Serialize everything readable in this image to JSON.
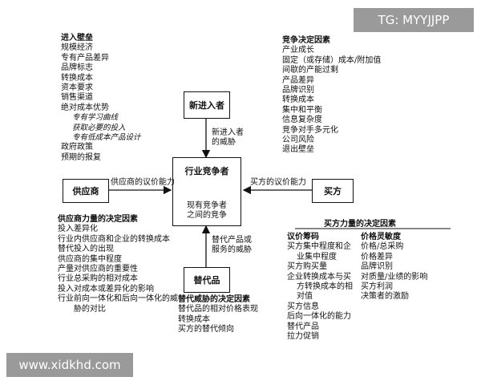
{
  "watermark": {
    "top": "TG: MYYJJPP",
    "bottom": "www.xidkhd.com"
  },
  "boxes": {
    "new_entrants": "新进入者",
    "industry": "行业竞争者",
    "rivalry": "现有竞争者\n之间的竞争",
    "suppliers": "供应商",
    "buyers": "买方",
    "substitutes": "替代品"
  },
  "arrows": {
    "entrant_threat": [
      "新进入者",
      "的威胁"
    ],
    "supplier_power": "供应商的议价能力",
    "buyer_power": "买方的议价能力",
    "substitute_threat": [
      "替代产品或",
      "服务的威胁"
    ]
  },
  "entry_barriers": {
    "title": "进入壁垒",
    "items": [
      "规模经济",
      "专有产品差异",
      "品牌标志",
      "转换成本",
      "资本要求",
      "销售渠道",
      "绝对成本优势"
    ],
    "sub": [
      "专有学习曲线",
      "获取必要的投入",
      "专有低成本产品设计"
    ],
    "tail": [
      "政府政策",
      "预期的报复"
    ]
  },
  "rivalry_determinants": {
    "title": "竞争决定因素",
    "items": [
      "产业成长",
      "固定（或存储）成本/附加值",
      "间歇的产能过剩",
      "产品差异",
      "品牌识别",
      "转换成本",
      "集中和平衡",
      "信息复杂度",
      "竞争对手多元化",
      "公司风险",
      "退出壁垒"
    ]
  },
  "supplier_determinants": {
    "title": "供应商力量的决定因素",
    "items": [
      "投入差异化",
      "行业内供应商和企业的转换成本",
      "替代投入的出现",
      "供应商的集中程度",
      "产量对供应商的重要性",
      "行业总采购的相对成本",
      "投入对成本或差异化的影响",
      "行业前向一体化和后向一体化的威",
      "胁的对比"
    ]
  },
  "substitute_determinants": {
    "title": "替代威胁的决定因素",
    "items": [
      "替代品的相对价格表现",
      "转换成本",
      "买方的替代倾向"
    ]
  },
  "buyer_determinants": {
    "title": "买方力量的决定因素",
    "bargaining_title": "议价筹码",
    "bargaining": [
      "买方集中程度和企",
      "业集中程度",
      "买方购买量",
      "企业转换成本与买",
      "方转换成本的相",
      "对值",
      "买方信息",
      "后向一体化的能力",
      "替代产品",
      "拉力促销"
    ],
    "price_title": "价格灵敏度",
    "price": [
      "价格/总采购",
      "价格差异",
      "品牌识别",
      "对质量/业绩的影响",
      "买方利润",
      "决策者的激励"
    ]
  }
}
